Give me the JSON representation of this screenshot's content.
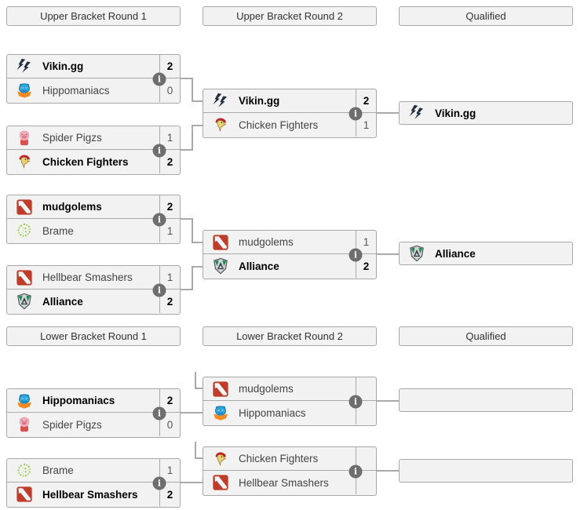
{
  "colors": {
    "background": "#ffffff",
    "panel_bg": "#f2f2f2",
    "panel_border": "#a8a8a8",
    "connector": "#aaaaaa",
    "winner_text": "#000000",
    "team_text": "#444444",
    "score_text": "#555555",
    "header_text": "#333333",
    "info_icon_bg": "#6e6e6e"
  },
  "icons": {
    "info": "i"
  },
  "headers": {
    "ub_r1": "Upper Bracket Round 1",
    "ub_r2": "Upper Bracket Round 2",
    "q_top": "Qualified",
    "lb_r1": "Lower Bracket Round 1",
    "lb_r2": "Lower Bracket Round 2",
    "q_bottom": "Qualified"
  },
  "matches": [
    {
      "round": "Upper Bracket Round 1",
      "teams": [
        {
          "name": "Vikin.gg",
          "score": "2",
          "winner": true,
          "logo": "#logo-viking"
        },
        {
          "name": "Hippomaniacs",
          "score": "0",
          "winner": false,
          "logo": "#logo-hippo"
        }
      ]
    },
    {
      "round": "Upper Bracket Round 1",
      "teams": [
        {
          "name": "Spider Pigzs",
          "score": "1",
          "winner": false,
          "logo": "#logo-pig"
        },
        {
          "name": "Chicken Fighters",
          "score": "2",
          "winner": true,
          "logo": "#logo-chicken"
        }
      ]
    },
    {
      "round": "Upper Bracket Round 1",
      "teams": [
        {
          "name": "mudgolems",
          "score": "2",
          "winner": true,
          "logo": "#logo-dota"
        },
        {
          "name": "Brame",
          "score": "1",
          "winner": false,
          "logo": "#logo-brame"
        }
      ]
    },
    {
      "round": "Upper Bracket Round 1",
      "teams": [
        {
          "name": "Hellbear Smashers",
          "score": "1",
          "winner": false,
          "logo": "#logo-dota"
        },
        {
          "name": "Alliance",
          "score": "2",
          "winner": true,
          "logo": "#logo-alliance"
        }
      ]
    },
    {
      "round": "Upper Bracket Round 2",
      "teams": [
        {
          "name": "Vikin.gg",
          "score": "2",
          "winner": true,
          "logo": "#logo-viking"
        },
        {
          "name": "Chicken Fighters",
          "score": "1",
          "winner": false,
          "logo": "#logo-chicken"
        }
      ]
    },
    {
      "round": "Upper Bracket Round 2",
      "teams": [
        {
          "name": "mudgolems",
          "score": "1",
          "winner": false,
          "logo": "#logo-dota"
        },
        {
          "name": "Alliance",
          "score": "2",
          "winner": true,
          "logo": "#logo-alliance"
        }
      ]
    },
    {
      "round": "Lower Bracket Round 1",
      "teams": [
        {
          "name": "Hippomaniacs",
          "score": "2",
          "winner": true,
          "logo": "#logo-hippo"
        },
        {
          "name": "Spider Pigzs",
          "score": "0",
          "winner": false,
          "logo": "#logo-pig"
        }
      ]
    },
    {
      "round": "Lower Bracket Round 1",
      "teams": [
        {
          "name": "Brame",
          "score": "1",
          "winner": false,
          "logo": "#logo-brame"
        },
        {
          "name": "Hellbear Smashers",
          "score": "2",
          "winner": true,
          "logo": "#logo-dota"
        }
      ]
    },
    {
      "round": "Lower Bracket Round 2",
      "teams": [
        {
          "name": "mudgolems",
          "score": "",
          "winner": false,
          "logo": "#logo-dota"
        },
        {
          "name": "Hippomaniacs",
          "score": "",
          "winner": false,
          "logo": "#logo-hippo"
        }
      ]
    },
    {
      "round": "Lower Bracket Round 2",
      "teams": [
        {
          "name": "Chicken Fighters",
          "score": "",
          "winner": false,
          "logo": "#logo-chicken"
        },
        {
          "name": "Hellbear Smashers",
          "score": "",
          "winner": false,
          "logo": "#logo-dota"
        }
      ]
    }
  ],
  "qualified": [
    {
      "name": "Vikin.gg",
      "logo": "#logo-viking"
    },
    {
      "name": "Alliance",
      "logo": "#logo-alliance"
    },
    {
      "name": ""
    },
    {
      "name": ""
    }
  ]
}
